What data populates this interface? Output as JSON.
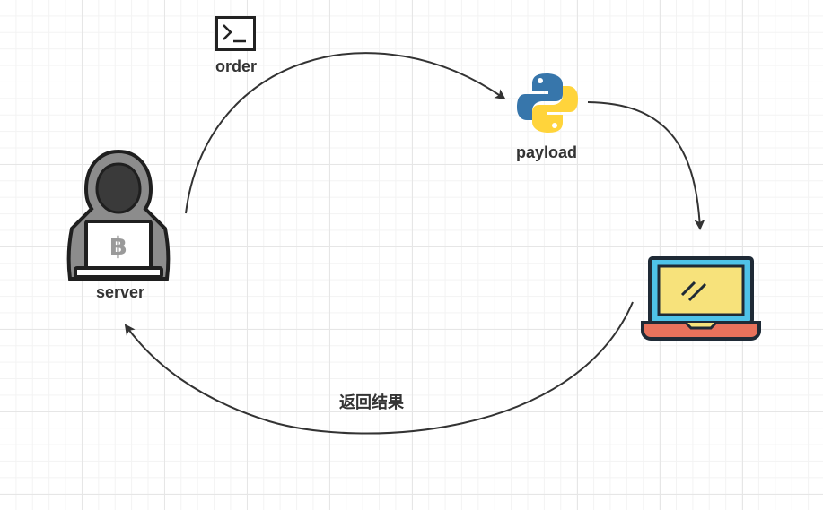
{
  "diagram": {
    "nodes": {
      "order": {
        "label": "order",
        "icon": "terminal-icon"
      },
      "payload": {
        "label": "payload",
        "icon": "python-logo-icon"
      },
      "target": {
        "icon": "laptop-icon"
      },
      "server": {
        "label": "server",
        "icon": "hacker-icon",
        "badge_icon": "bitcoin-icon"
      }
    },
    "edges": {
      "result_label": "返回结果"
    },
    "colors": {
      "line": "#333333",
      "python_blue": "#3776ab",
      "python_yellow": "#ffd43b",
      "laptop_screen": "#f7e27b",
      "laptop_frame": "#4fc3e8",
      "laptop_base": "#e8725c",
      "hacker_gray": "#8c8c8c"
    }
  }
}
